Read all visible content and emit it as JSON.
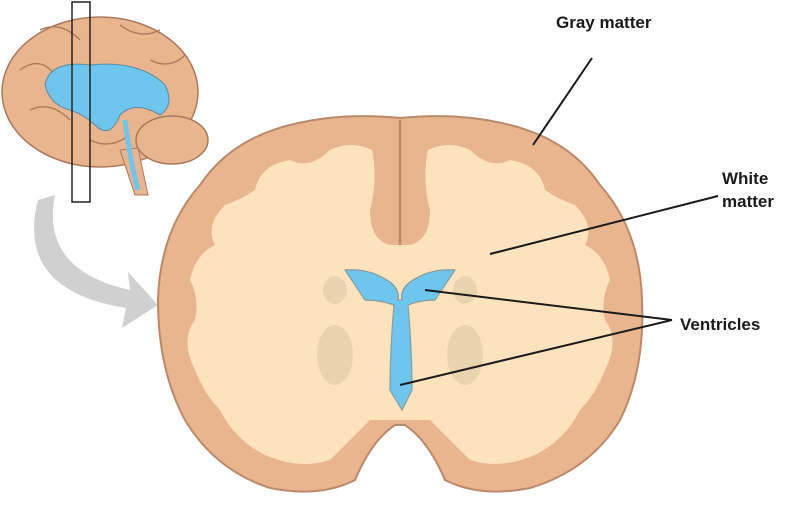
{
  "labels": {
    "gray_matter": "Gray matter",
    "white_matter_line1": "White",
    "white_matter_line2": "matter",
    "ventricles": "Ventricles"
  },
  "colors": {
    "gray_matter": "#e9b58f",
    "gray_matter_edge": "#b98a6a",
    "white_matter": "#fce3be",
    "ventricle": "#6ec6ef",
    "ventricle_edge": "#8a9a9a",
    "arrow": "#cfcfcf",
    "leader_line": "#1a1a1a"
  }
}
